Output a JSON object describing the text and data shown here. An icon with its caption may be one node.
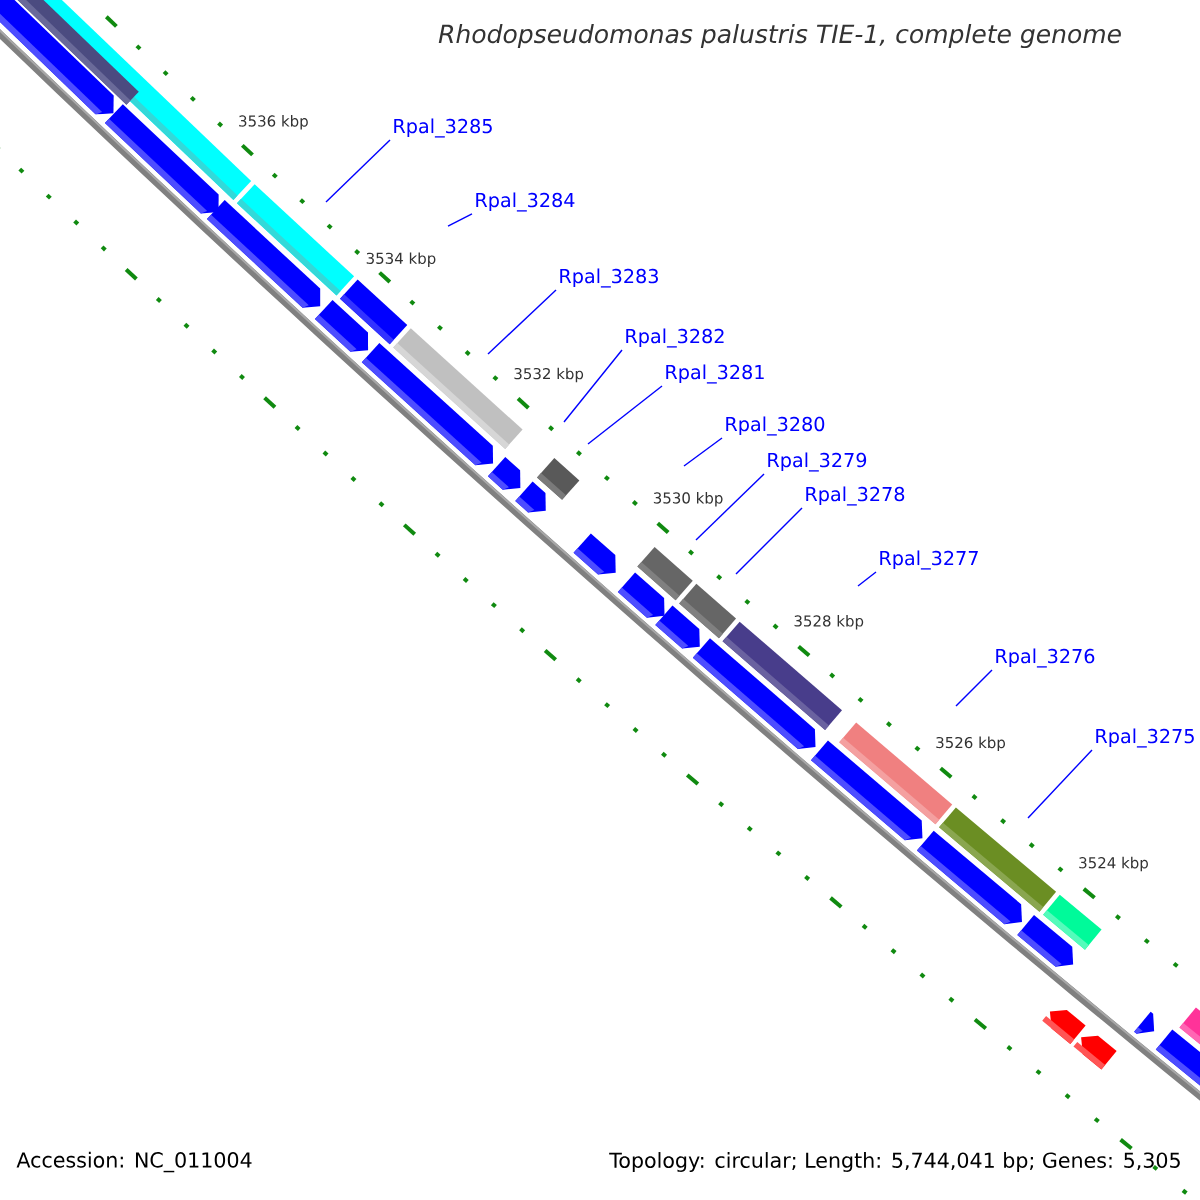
{
  "diagram": {
    "title": "Rhodopseudomonas palustris TIE-1, complete genome",
    "nodes": [
      {
        "text": [
          "Rpal_3285"
        ]
      },
      {
        "text": [
          "Rpal_3284"
        ]
      },
      {
        "text": [
          "Rpal_3283"
        ]
      },
      {
        "text": [
          "Rpal_3282"
        ]
      },
      {
        "text": [
          "Rpal_3281"
        ]
      },
      {
        "text": [
          "Rpal_3280"
        ]
      },
      {
        "text": [
          "Rpal_3279"
        ]
      },
      {
        "text": [
          "Rpal_3278"
        ]
      },
      {
        "text": [
          "Rpal_3277"
        ]
      },
      {
        "text": [
          "Rpal_3276"
        ]
      },
      {
        "text": [
          "Rpal_3275"
        ]
      }
    ],
    "edges": [
      {
        "from": 0,
        "to": null,
        "arrow": "none"
      },
      {
        "from": 1,
        "to": null,
        "arrow": "none"
      },
      {
        "from": 2,
        "to": null,
        "arrow": "none"
      },
      {
        "from": 3,
        "to": null,
        "arrow": "none"
      },
      {
        "from": 4,
        "to": null,
        "arrow": "none"
      },
      {
        "from": 5,
        "to": null,
        "arrow": "none"
      },
      {
        "from": 6,
        "to": null,
        "arrow": "none"
      },
      {
        "from": 7,
        "to": null,
        "arrow": "none"
      },
      {
        "from": 8,
        "to": null,
        "arrow": "none"
      },
      {
        "from": 9,
        "to": null,
        "arrow": "none"
      },
      {
        "from": 10,
        "to": null,
        "arrow": "none"
      }
    ],
    "labels": [
      "3536 kbp",
      "3534 kbp",
      "3532 kbp",
      "3530 kbp",
      "3528 kbp",
      "3526 kbp",
      "3524 kbp",
      "Accession: NC_011004",
      "Topology: circular; Length: 5,744,041 bp; Genes: 5,305"
    ]
  }
}
